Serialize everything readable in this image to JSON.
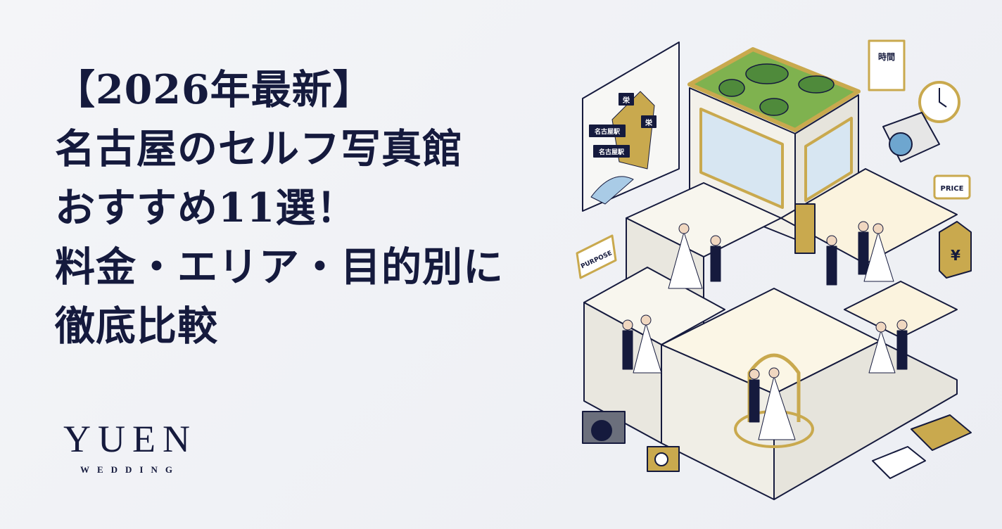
{
  "title": {
    "lines": [
      "【2026年最新】",
      "名古屋のセルフ写真館",
      "おすすめ11選！",
      "料金・エリア・目的別に",
      "徹底比較"
    ]
  },
  "logo": {
    "main": "YUEN",
    "sub": "WEDDING"
  },
  "illustration": {
    "map_labels": [
      "栄",
      "栄",
      "名古屋駅",
      "名古屋駅"
    ],
    "time_bubble": "時間",
    "price_bubble": "PRICE",
    "purpose_bubble": "PURPOSE",
    "price_tag": "¥",
    "colors": {
      "gold": "#c9a94e",
      "navy": "#151a3d",
      "grass": "#7fb24f",
      "glass": "#d7e6f2"
    }
  }
}
